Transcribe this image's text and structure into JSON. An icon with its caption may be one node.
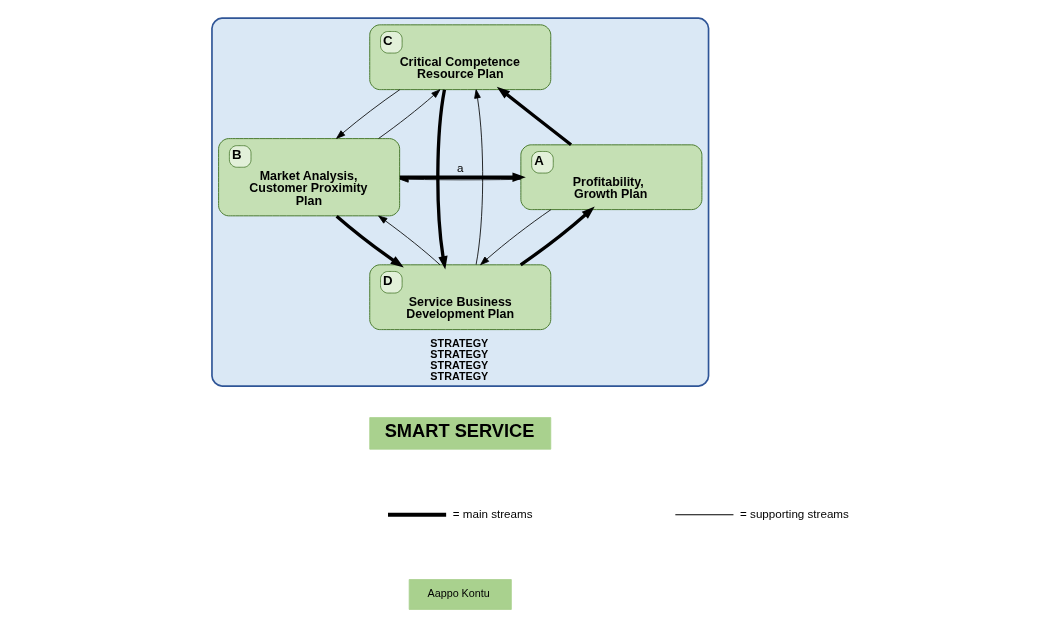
{
  "diagram": {
    "nodes": [
      {
        "text": [
          "STRATEGY",
          "STRATEGY",
          "STRATEGY",
          "STRATEGY"
        ]
      },
      {
        "text": [
          "C",
          "Critical Competence Resource Plan"
        ],
        "in": 0
      },
      {
        "text": [
          "B",
          "Market Analysis, Customer Proximity Plan"
        ],
        "in": 0
      },
      {
        "text": [
          "A",
          "Profitability,  Growth Plan"
        ],
        "in": 0
      },
      {
        "text": [
          "D",
          "Service Business Development Plan"
        ],
        "in": 0
      },
      {
        "text": [
          "SMART SERVICE"
        ]
      },
      {
        "text": [
          "Aappo Kontu"
        ]
      }
    ],
    "edges": [
      {
        "from": 2,
        "to": 1,
        "arrow": "to"
      },
      {
        "from": 1,
        "to": 2,
        "arrow": "to"
      },
      {
        "from": 2,
        "to": 3,
        "arrow": "to",
        "style": "thick",
        "label": "a"
      },
      {
        "from": 3,
        "to": 2,
        "arrow": "to"
      },
      {
        "from": 2,
        "to": 4,
        "arrow": "to",
        "style": "thick"
      },
      {
        "from": 4,
        "to": 2,
        "arrow": "to"
      },
      {
        "from": 4,
        "to": 1,
        "arrow": "to"
      },
      {
        "from": 1,
        "to": 4,
        "arrow": "to",
        "style": "thick"
      },
      {
        "from": 4,
        "to": 3,
        "arrow": "to",
        "style": "thick"
      },
      {
        "from": 3,
        "to": 4,
        "arrow": "to"
      },
      {
        "from": 3,
        "to": 1,
        "arrow": "to",
        "style": "thick"
      }
    ],
    "legend": [
      {
        "text": "= main streams"
      },
      {
        "text": "= supporting streams"
      }
    ]
  }
}
